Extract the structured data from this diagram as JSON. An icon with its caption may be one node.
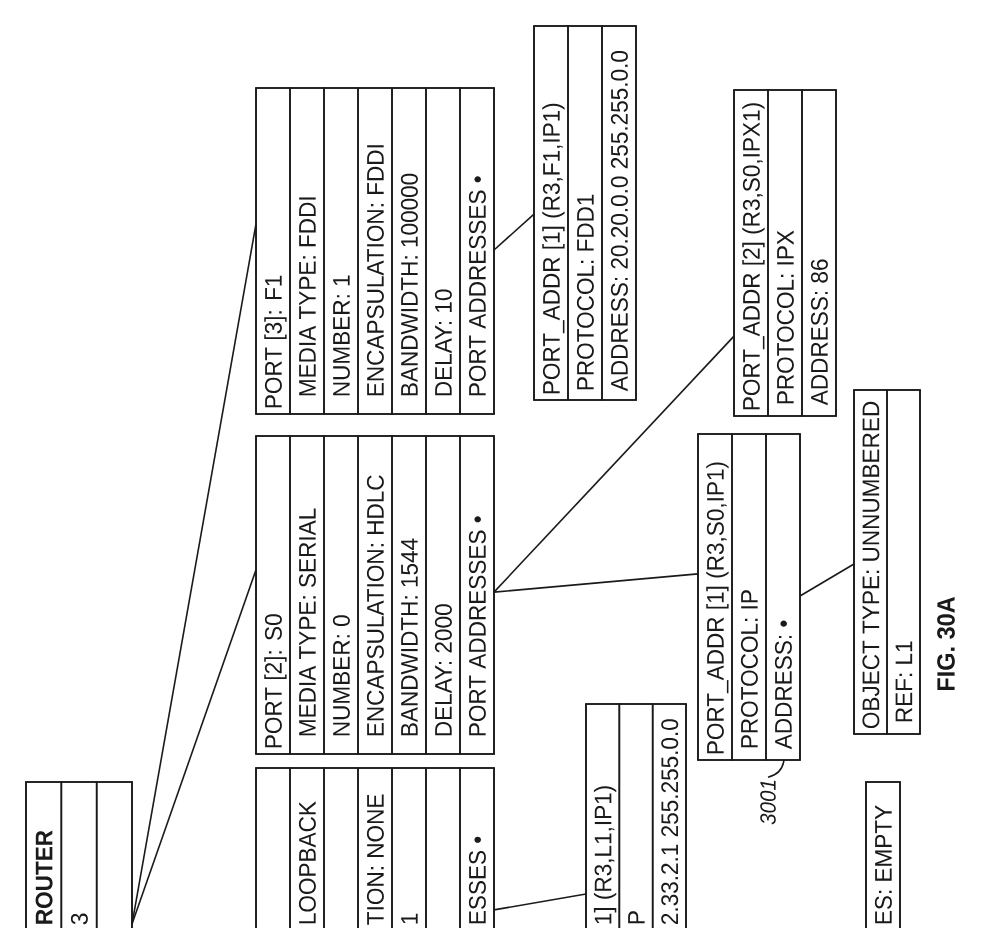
{
  "diagram": {
    "caption": "FIG. 30A",
    "nodes": [
      {
        "text": [
          "ROUTER",
          "3"
        ]
      },
      {
        "text": [
          "LOOPBACK",
          "TION: NONE",
          "1",
          "ESSES •"
        ]
      },
      {
        "text": [
          "PORT [2]: S0",
          "MEDIA TYPE: SERIAL",
          "NUMBER: 0",
          "ENCAPSULATION: HDLC",
          "BANDWIDTH: 1544",
          "DELAY: 2000",
          "PORT ADDRESSES •"
        ]
      },
      {
        "text": [
          "PORT [3]: F1",
          "MEDIA TYPE: FDDI",
          "NUMBER: 1",
          "ENCAPSULATION: FDDI",
          "BANDWIDTH: 100000",
          "DELAY: 10",
          "PORT ADDRESSES •"
        ]
      },
      {
        "text": [
          "1] (R3,L1,IP1)",
          "P",
          "2.33.2.1 255.255.0.0"
        ]
      },
      {
        "text": [
          "PORT_ADDR [1] (R3,S0,IP1)",
          "PROTOCOL: IP",
          "ADDRESS: •"
        ]
      },
      {
        "text": [
          "PORT_ADDR [2] (R3,S0,IPX1)",
          "PROTOCOL: IPX",
          "ADDRESS: 86"
        ]
      },
      {
        "text": [
          "PORT_ADDR [1] (R3,F1,IP1)",
          "PROTOCOL: FDD1",
          "ADDRESS: 20.20.0.0 255.255.0.0"
        ]
      },
      {
        "text": [
          "ES: EMPTY"
        ]
      },
      {
        "text": [
          "OBJECT TYPE: UNNUMBERED",
          "REF: L1"
        ]
      },
      {
        "text": [
          "3001"
        ]
      }
    ],
    "edges": [
      {
        "from": 0,
        "to": 2,
        "arrow": "none"
      },
      {
        "from": 0,
        "to": 3,
        "arrow": "none"
      },
      {
        "from": 2,
        "to": 6,
        "arrow": "none"
      },
      {
        "from": 2,
        "to": 5,
        "arrow": "none"
      },
      {
        "from": 3,
        "to": 7,
        "arrow": "none"
      },
      {
        "from": 1,
        "to": 4,
        "arrow": "none"
      },
      {
        "from": 5,
        "to": 9,
        "arrow": "none"
      },
      {
        "from": 10,
        "to": 5,
        "arrow": "none"
      }
    ]
  }
}
